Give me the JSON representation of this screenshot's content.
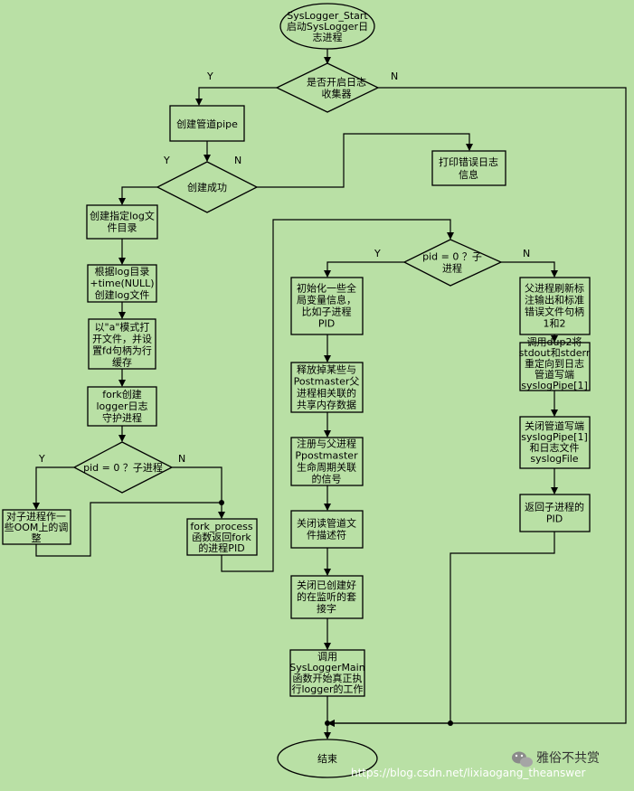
{
  "nodes": {
    "start": [
      "SysLogger_Start",
      "启动SysLogger日",
      "志进程"
    ],
    "dec_collector": [
      "是否开启日志",
      "收集器"
    ],
    "create_pipe": [
      "创建管道pipe"
    ],
    "print_error": [
      "打印错误日志",
      "信息"
    ],
    "dec_create_ok": [
      "创建成功"
    ],
    "create_log_dir": [
      "创建指定log文",
      "件目录"
    ],
    "build_log_file": [
      "根据log目录",
      "+time(NULL)",
      "创建log文件"
    ],
    "open_file": [
      "以\"a\"模式打",
      "开文件，并设",
      "置fd句柄为行",
      "缓存"
    ],
    "fork_daemon": [
      "fork创建",
      "logger日志",
      "守护进程"
    ],
    "dec_pid_left": [
      "pid = 0 ？子进程"
    ],
    "oom_adjust": [
      "对子进程作一",
      "些OOM上的调",
      "整"
    ],
    "fork_return": [
      "fork_process",
      "函数返回fork",
      "的进程PID"
    ],
    "dec_pid_right": [
      "pid = 0 ？子",
      "进程"
    ],
    "init_globals": [
      "初始化一些全",
      "局变量信息，",
      "比如子进程",
      "PID"
    ],
    "release_shared": [
      "释放掉某些与",
      "Postmaster父",
      "进程相关联的",
      "共享内存数据"
    ],
    "register_signals": [
      "注册与父进程",
      "Ppostmaster",
      "生命周期关联",
      "的信号"
    ],
    "close_read_fd": [
      "关闭读管道文",
      "件描述符"
    ],
    "close_sockets": [
      "关闭已创建好",
      "的在监听的套",
      "接字"
    ],
    "call_main": [
      "调用",
      "SysLoggerMain",
      "函数开始真正执",
      "行logger的工作"
    ],
    "parent_refresh": [
      "父进程刷新标",
      "注输出和标准",
      "错误文件句柄",
      "1和2"
    ],
    "dup2_redirect": [
      "调用dup2将",
      "stdout和stderr",
      "重定向到日志",
      "管道写端",
      "syslogPipe[1]"
    ],
    "close_write": [
      "关闭管道写端",
      "syslogPipe[1]",
      "和日志文件",
      "syslogFile"
    ],
    "return_child_pid": [
      "返回子进程的",
      "PID"
    ],
    "end": [
      "结束"
    ]
  },
  "edge_labels": {
    "collector_yes": "Y",
    "collector_no": "N",
    "create_ok_yes": "Y",
    "create_ok_no": "N",
    "pid_left_yes": "Y",
    "pid_left_no": "N",
    "pid_right_yes": "Y",
    "pid_right_no": "N"
  },
  "watermark": {
    "account": "雅俗不共赏",
    "url": "https://blog.csdn.net/lixiaogang_theanswer"
  }
}
